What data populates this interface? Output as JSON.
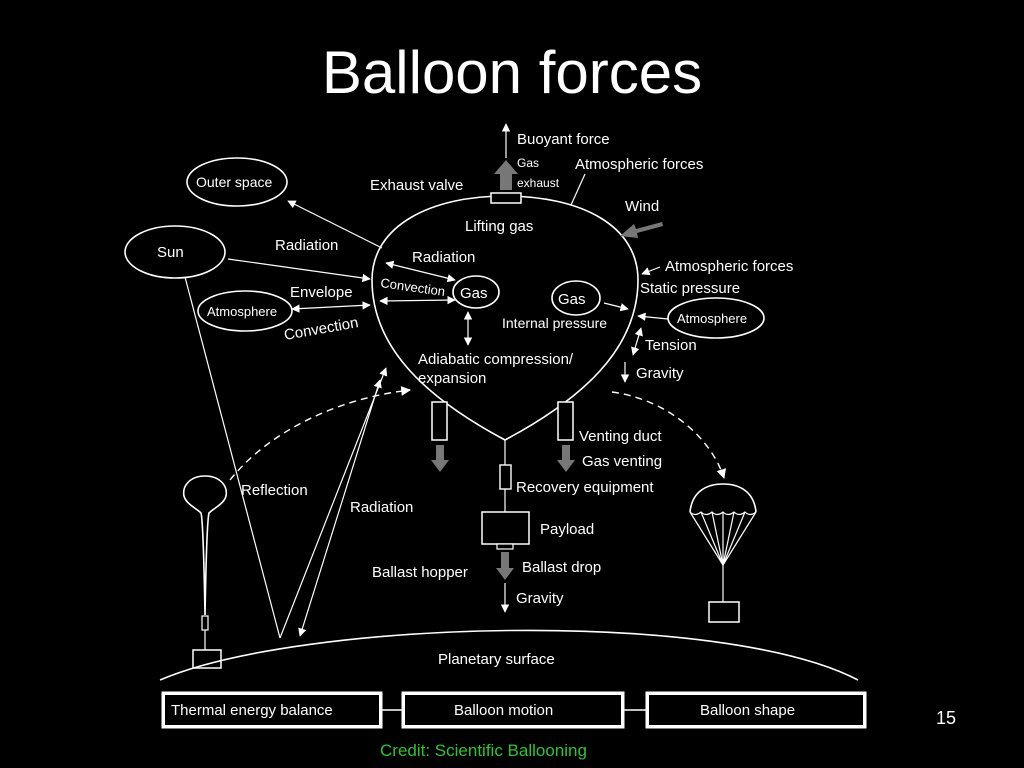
{
  "slide": {
    "title": "Balloon forces",
    "page_number": "15",
    "credit": "Credit:  Scientific Ballooning"
  },
  "diagram": {
    "top": {
      "buoyant_force": "Buoyant force",
      "gas": "Gas",
      "exhaust": "exhaust",
      "atmospheric_forces": "Atmospheric forces",
      "exhaust_valve": "Exhaust valve",
      "wind": "Wind",
      "lifting_gas": "Lifting gas"
    },
    "left": {
      "outer_space": "Outer space",
      "sun": "Sun",
      "radiation_outer": "Radiation",
      "envelope": "Envelope",
      "atmosphere": "Atmosphere",
      "convection_outer": "Convection",
      "reflection": "Reflection",
      "radiation_ground": "Radiation"
    },
    "inner": {
      "radiation": "Radiation",
      "convection": "Convection",
      "gas_left": "Gas",
      "gas_right": "Gas",
      "internal_pressure": "Internal pressure",
      "adiabatic_line1": "Adiabatic compression/",
      "adiabatic_line2": "expansion"
    },
    "right": {
      "atmospheric_forces": "Atmospheric forces",
      "static_pressure": "Static pressure",
      "atmosphere": "Atmosphere",
      "tension": "Tension",
      "gravity": "Gravity"
    },
    "bottom": {
      "venting_duct": "Venting duct",
      "gas_venting": "Gas venting",
      "recovery_equipment": "Recovery equipment",
      "payload": "Payload",
      "ballast_hopper": "Ballast hopper",
      "ballast_drop": "Ballast drop",
      "gravity": "Gravity",
      "planetary_surface": "Planetary surface"
    },
    "boxes": {
      "thermal": "Thermal energy balance",
      "motion": "Balloon motion",
      "shape": "Balloon shape"
    }
  }
}
